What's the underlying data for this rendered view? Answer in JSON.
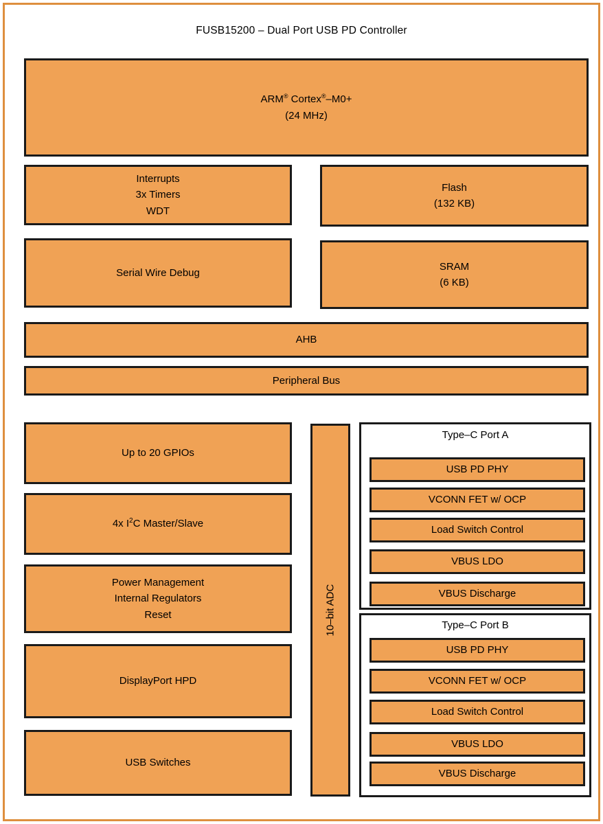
{
  "title": "FUSB15200 – Dual Port USB PD Controller",
  "colors": {
    "block_fill": "#F0A255",
    "block_border": "#1A1A1A",
    "outer_border": "#DE8F3E",
    "text": "#000000"
  },
  "cpu": {
    "parts": [
      "ARM",
      "®",
      " Cortex",
      "®",
      "–M0+"
    ],
    "line2": "(24 MHz)"
  },
  "blocks": {
    "interrupts": [
      "Interrupts",
      "3x Timers",
      "WDT"
    ],
    "flash": [
      "Flash",
      "(132 KB)"
    ],
    "serial_wire_debug": "Serial Wire Debug",
    "sram": [
      "SRAM",
      "(6 KB)"
    ],
    "ahb": "AHB",
    "peripheral_bus": "Peripheral Bus",
    "gpio": "Up to 20 GPIOs",
    "i2c_parts": [
      "4x I",
      "2",
      "C Master/Slave"
    ],
    "power_mgmt": [
      "Power Management",
      "Internal Regulators",
      "Reset"
    ],
    "displayport_hpd": "DisplayPort HPD",
    "usb_switches": "USB Switches",
    "adc": "10–bit ADC"
  },
  "port_a": {
    "title": "Type–C Port A",
    "items": [
      "USB PD PHY",
      "VCONN FET w/ OCP",
      "Load Switch Control",
      "VBUS LDO",
      "VBUS Discharge"
    ]
  },
  "port_b": {
    "title": "Type–C Port B",
    "items": [
      "USB PD PHY",
      "VCONN FET w/ OCP",
      "Load Switch Control",
      "VBUS LDO",
      "VBUS Discharge"
    ]
  }
}
